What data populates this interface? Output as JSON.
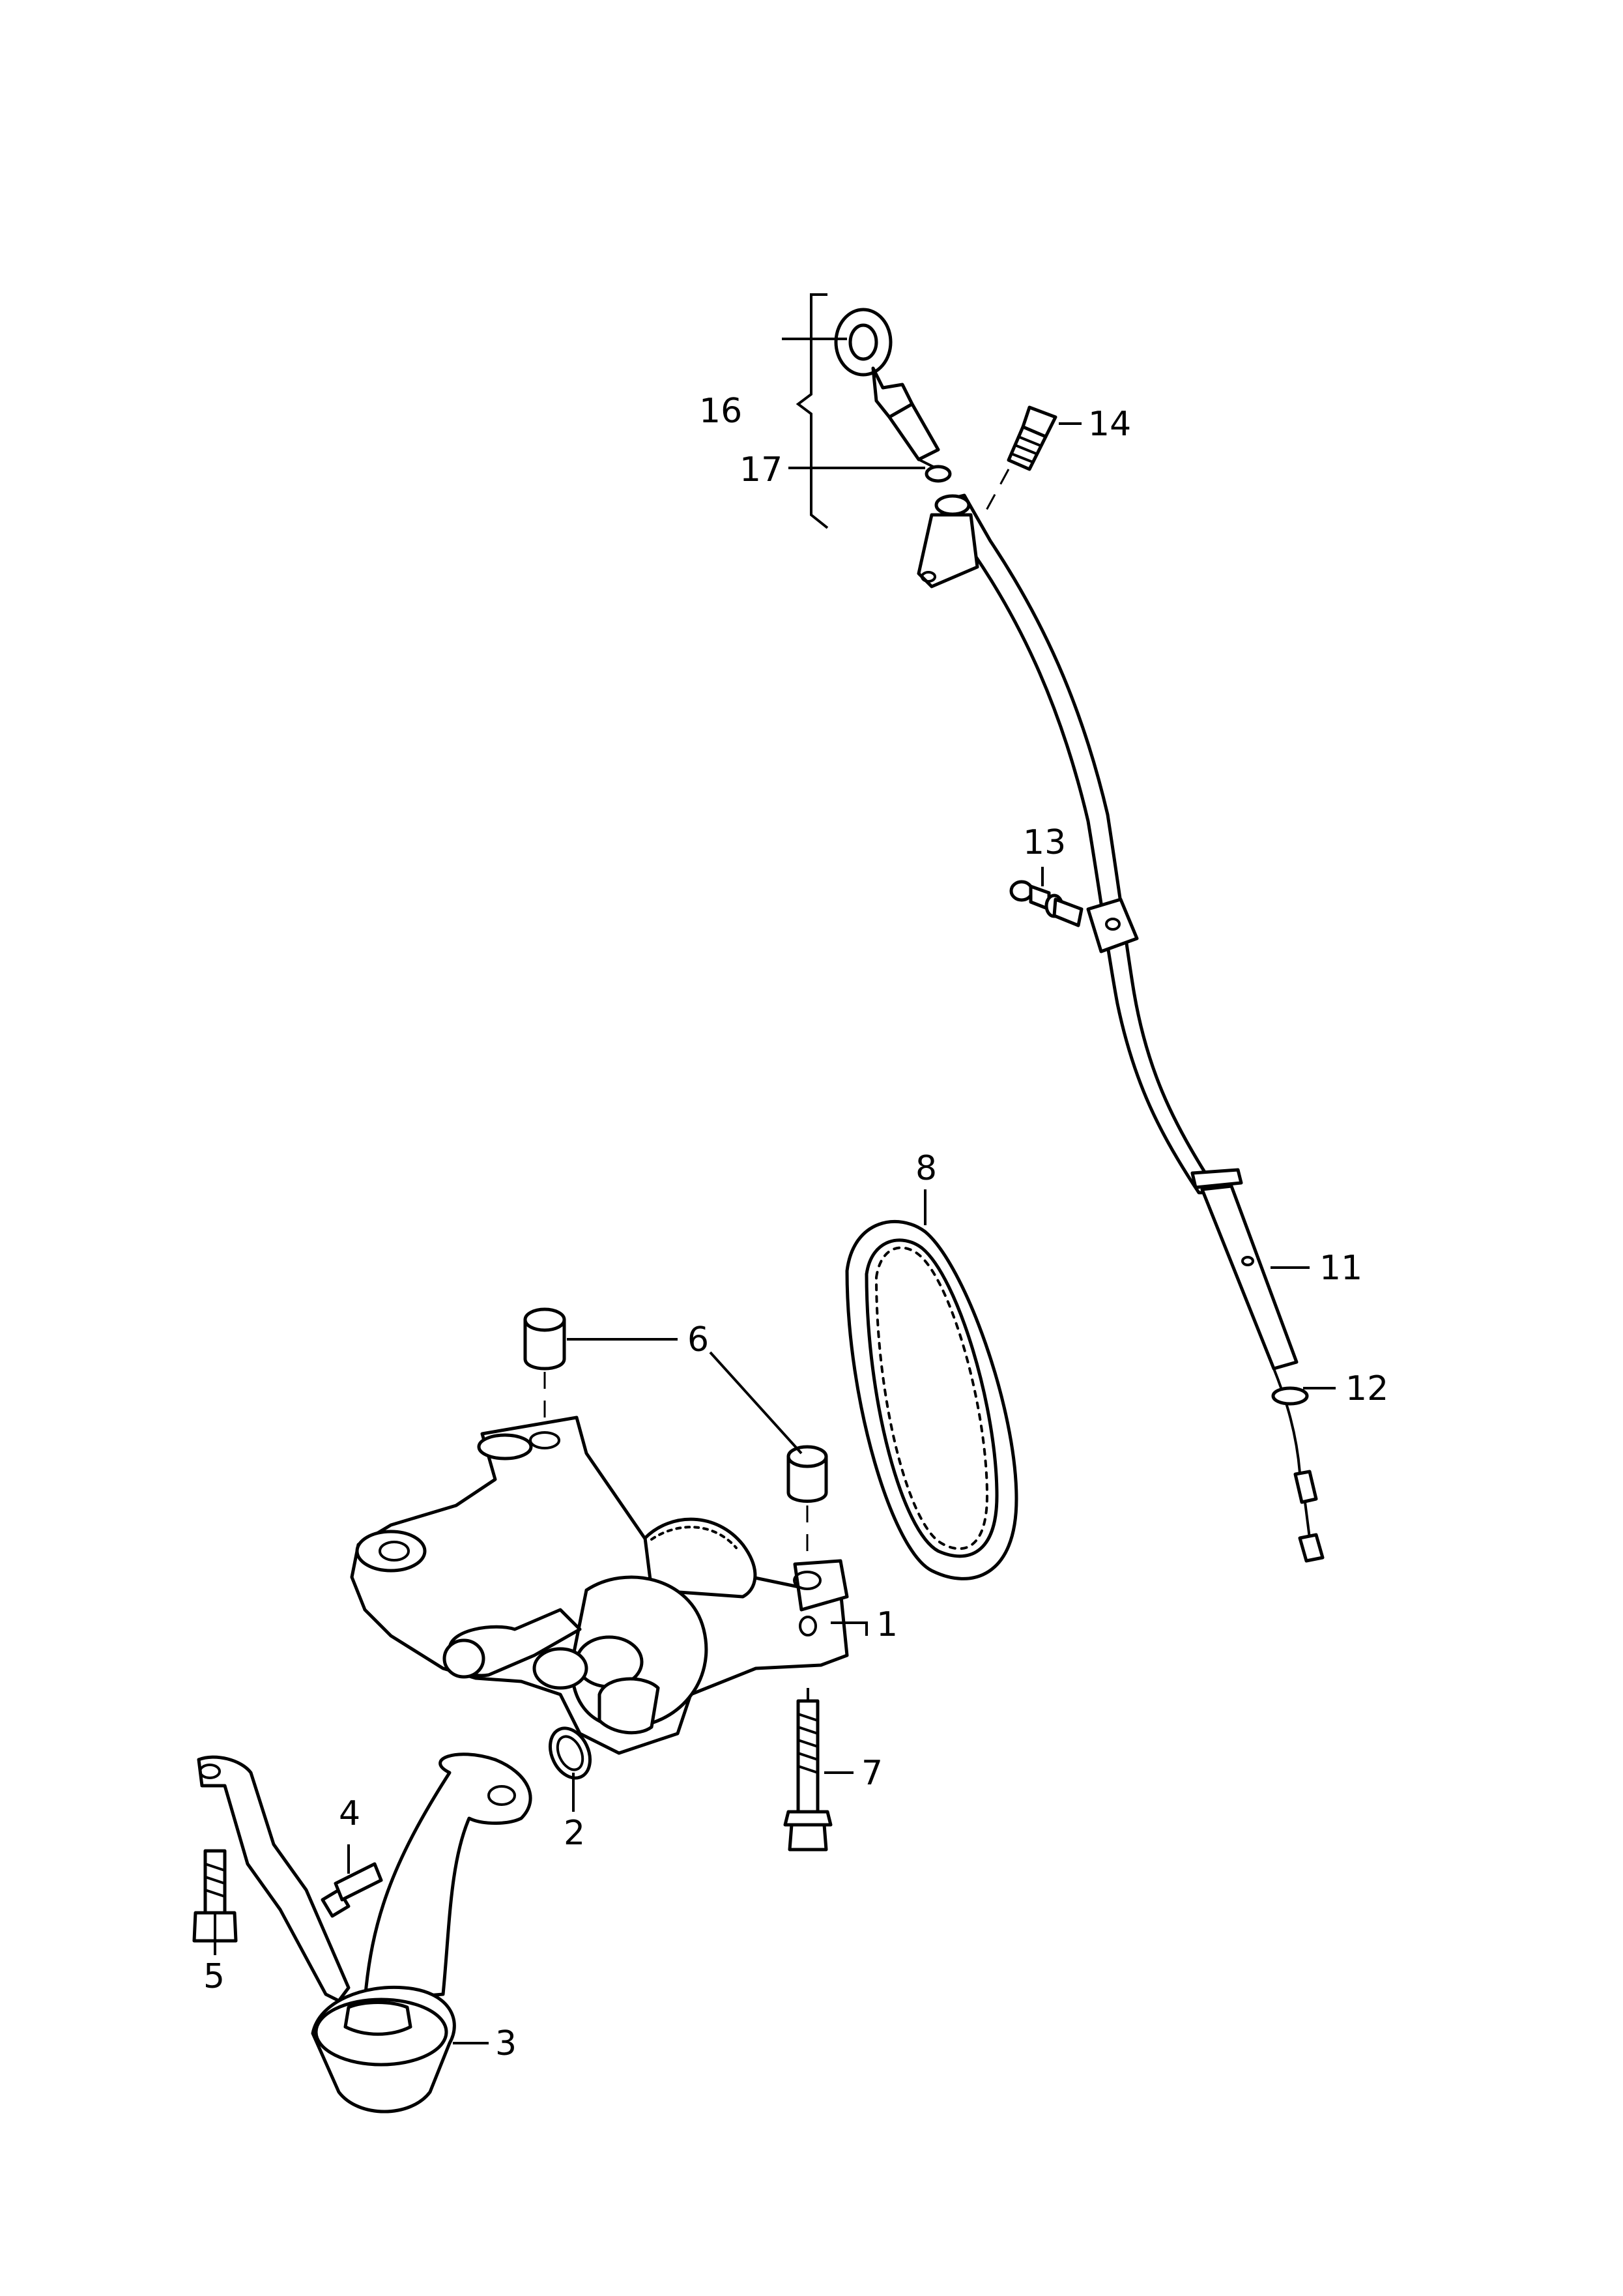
{
  "diagram": {
    "callouts": [
      {
        "id": "c1",
        "text": "1"
      },
      {
        "id": "c2",
        "text": "2"
      },
      {
        "id": "c3",
        "text": "3"
      },
      {
        "id": "c4",
        "text": "4"
      },
      {
        "id": "c5",
        "text": "5"
      },
      {
        "id": "c6",
        "text": "6"
      },
      {
        "id": "c7",
        "text": "7"
      },
      {
        "id": "c8",
        "text": "8"
      },
      {
        "id": "c11",
        "text": "11"
      },
      {
        "id": "c12",
        "text": "12"
      },
      {
        "id": "c13",
        "text": "13"
      },
      {
        "id": "c14",
        "text": "14"
      },
      {
        "id": "c16",
        "text": "16"
      },
      {
        "id": "c17",
        "text": "17"
      }
    ]
  }
}
